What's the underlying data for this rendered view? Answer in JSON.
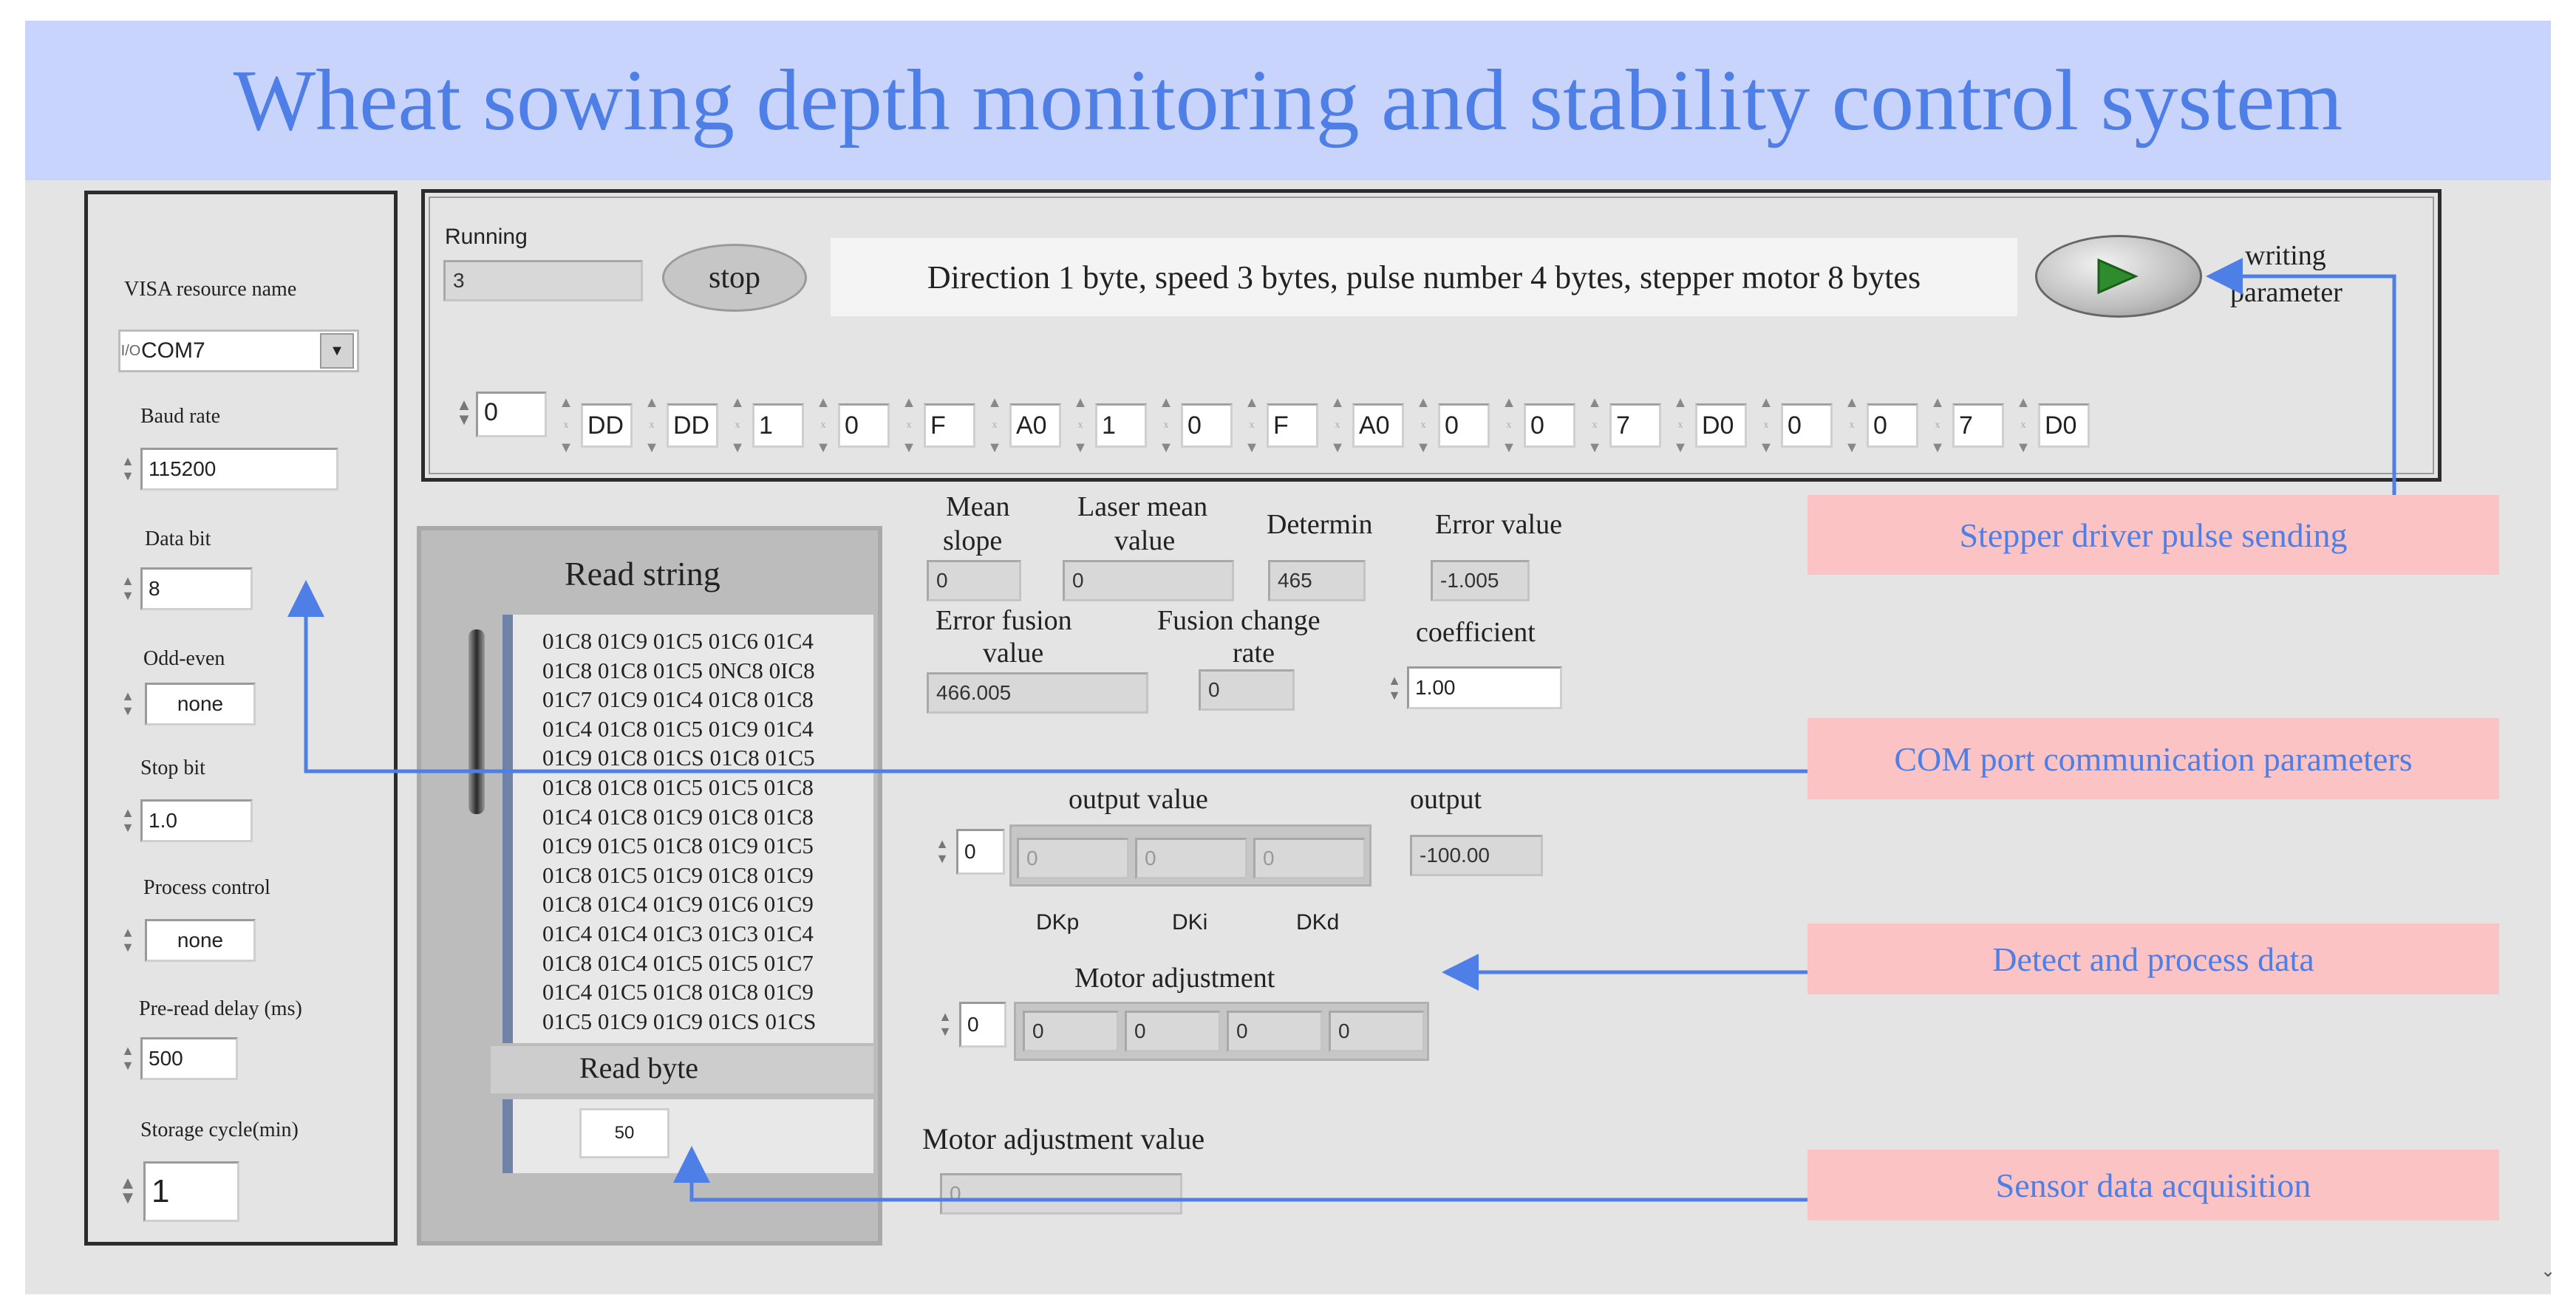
{
  "title": "Wheat sowing depth monitoring and stability control system",
  "left_panel": {
    "visa_label": "VISA resource name",
    "visa_value": "COM7",
    "visa_prefix": "I/O",
    "baud_label": "Baud rate",
    "baud_value": "115200",
    "databit_label": "Data bit",
    "databit_value": "8",
    "parity_label": "Odd-even",
    "parity_value": "none",
    "stopbit_label": "Stop bit",
    "stopbit_value": "1.0",
    "flow_label": "Process control",
    "flow_value": "none",
    "delay_label": "Pre-read delay (ms)",
    "delay_value": "500",
    "cycle_label": "Storage cycle(min)",
    "cycle_value": "1"
  },
  "top_panel": {
    "running_label": "Running",
    "running_value": "3",
    "stop_label": "stop",
    "info_text": "Direction 1 byte, speed 3 bytes, pulse number 4 bytes, stepper motor 8 bytes",
    "writing_label_1": "writing",
    "writing_label_2": "parameter",
    "index_value": "0",
    "bytes": [
      "DD",
      "DD",
      "1",
      "0",
      "F",
      "A0",
      "1",
      "0",
      "F",
      "A0",
      "0",
      "0",
      "7",
      "D0",
      "0",
      "0",
      "7",
      "D0"
    ]
  },
  "read_panel": {
    "title": "Read string",
    "lines": [
      "01C8 01C9 01C5 01C6 01C4",
      "01C8 01C8 01C5 0NC8 0IC8",
      "01C7 01C9 01C4 01C8 01C8",
      "01C4 01C8 01C5 01C9 01C4",
      "01C9 01C8 01CS 01C8 01C5",
      "01C8 01C8 01C5 01C5 01C8",
      "01C4 01C8 01C9 01C8 01C8",
      "01C9 01C5 01C8 01C9 01C5",
      "01C8 01C5 01C9 01C8 01C9",
      "01C8 01C4 01C9 01C6 01C9",
      "01C4 01C4 01C3 01C3 01C4",
      "01C8 01C4 01C5 01C5 01C7",
      "01C4 01C5 01C8 01C8 01C9",
      "01C5 01C9 01C9 01CS 01CS"
    ],
    "read_byte_label": "Read byte",
    "read_byte_value": "50"
  },
  "calc": {
    "mean_slope_label_1": "Mean",
    "mean_slope_label_2": "slope",
    "mean_slope_value": "0",
    "laser_label_1": "Laser mean",
    "laser_label_2": "value",
    "laser_value": "0",
    "determin_label": "Determin",
    "determin_value": "465",
    "error_label": "Error value",
    "error_value": "-1.005",
    "fusion_label_1": "Error fusion",
    "fusion_label_2": "value",
    "fusion_value": "466.005",
    "change_label_1": "Fusion change",
    "change_label_2": "rate",
    "change_value": "0",
    "coef_label": "coefficient",
    "coef_value": "1.00",
    "output_value_label": "output value",
    "output_index": "0",
    "output_values": [
      "0",
      "0",
      "0"
    ],
    "output_label": "output",
    "output_value": "-100.00",
    "dkp_label": "DKp",
    "dki_label": "DKi",
    "dkd_label": "DKd",
    "motor_adj_label": "Motor adjustment",
    "motor_index": "0",
    "motor_values": [
      "0",
      "0",
      "0",
      "0"
    ],
    "motor_adj_value_label": "Motor adjustment value",
    "motor_adj_value": "0"
  },
  "callouts": {
    "stepper": "Stepper driver pulse sending",
    "com": "COM port communication parameters",
    "detect": "Detect and process data",
    "sensor": "Sensor data acquisition"
  },
  "colors": {
    "title_bg": "#c8d4fb",
    "accent": "#4e7fe6",
    "callout_bg": "#fbc3c3",
    "run_arrow": "#2e8b2e"
  }
}
